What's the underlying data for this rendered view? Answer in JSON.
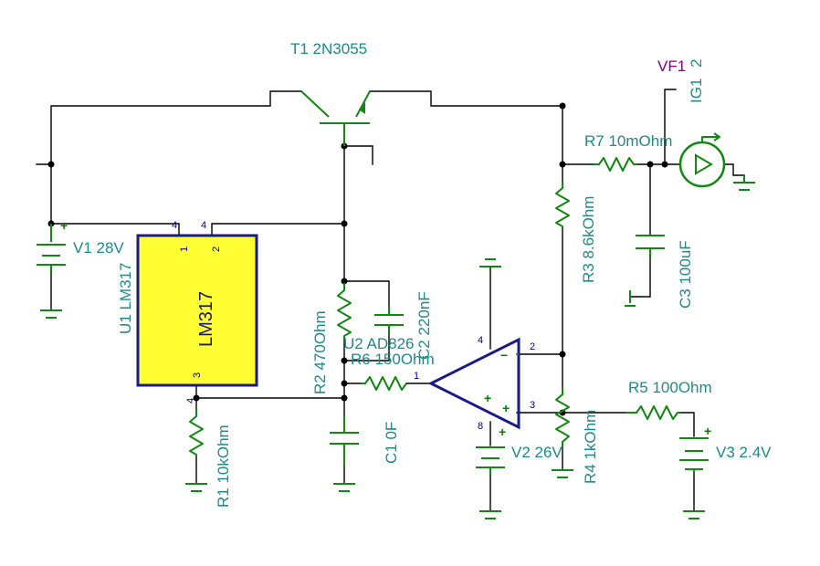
{
  "components": {
    "t1": "T1 2N3055",
    "vf1": "VF1",
    "ig1": "IG1",
    "ig1_pin": "2",
    "r7": "R7 10mOhm",
    "v1": "V1 28V",
    "u1": "U1 LM317",
    "u1_body": "LM317",
    "r3": "R3 8.6kOhm",
    "c3": "C3 100uF",
    "c2": "C2 220nF",
    "r2": "R2 470Ohm",
    "u2": "U2 AD826",
    "r6": "R6 150Ohm",
    "r5": "R5 100Ohm",
    "c1": "C1 0F",
    "r1": "R1 10kOhm",
    "v2": "V2 26V",
    "r4": "R4 1kOhm",
    "v3": "V3 2.4V"
  },
  "pins": {
    "u1_in": "4",
    "u1_out": "4",
    "u1_p1": "1",
    "u1_p2": "2",
    "u1_p3": "3",
    "u1_adj": "4",
    "u2_p1": "1",
    "u2_p2": "2",
    "u2_p3": "3",
    "u2_p4": "4",
    "u2_p8": "8"
  },
  "symbols": {
    "plus": "+",
    "minus": "−"
  },
  "colors": {
    "wire": "#000000",
    "component": "#118811",
    "label": "#1e8a8a",
    "ic_fill": "#ffff33",
    "ic_border": "#1a1a8a",
    "meter_label": "#800080"
  }
}
